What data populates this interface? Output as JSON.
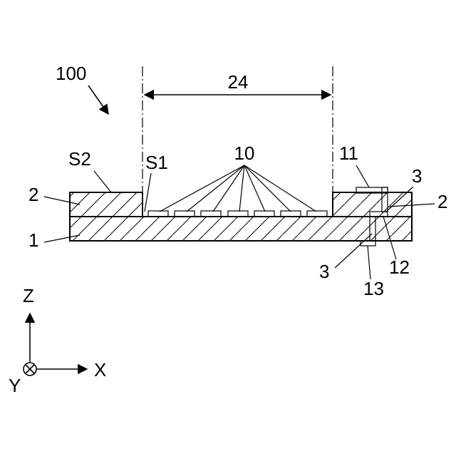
{
  "labels": {
    "assembly": "100",
    "region_width": "24",
    "second_surface": "S2",
    "first_surface": "S1",
    "elements": "10",
    "pad_top": "11",
    "via_upper_left": "3",
    "via_lower": "3",
    "layer2_left": "2",
    "layer2_right": "2",
    "layer1": "1",
    "via_12": "12",
    "pad_bottom": "13"
  },
  "axes": {
    "z": "Z",
    "x": "X",
    "y": "Y"
  }
}
